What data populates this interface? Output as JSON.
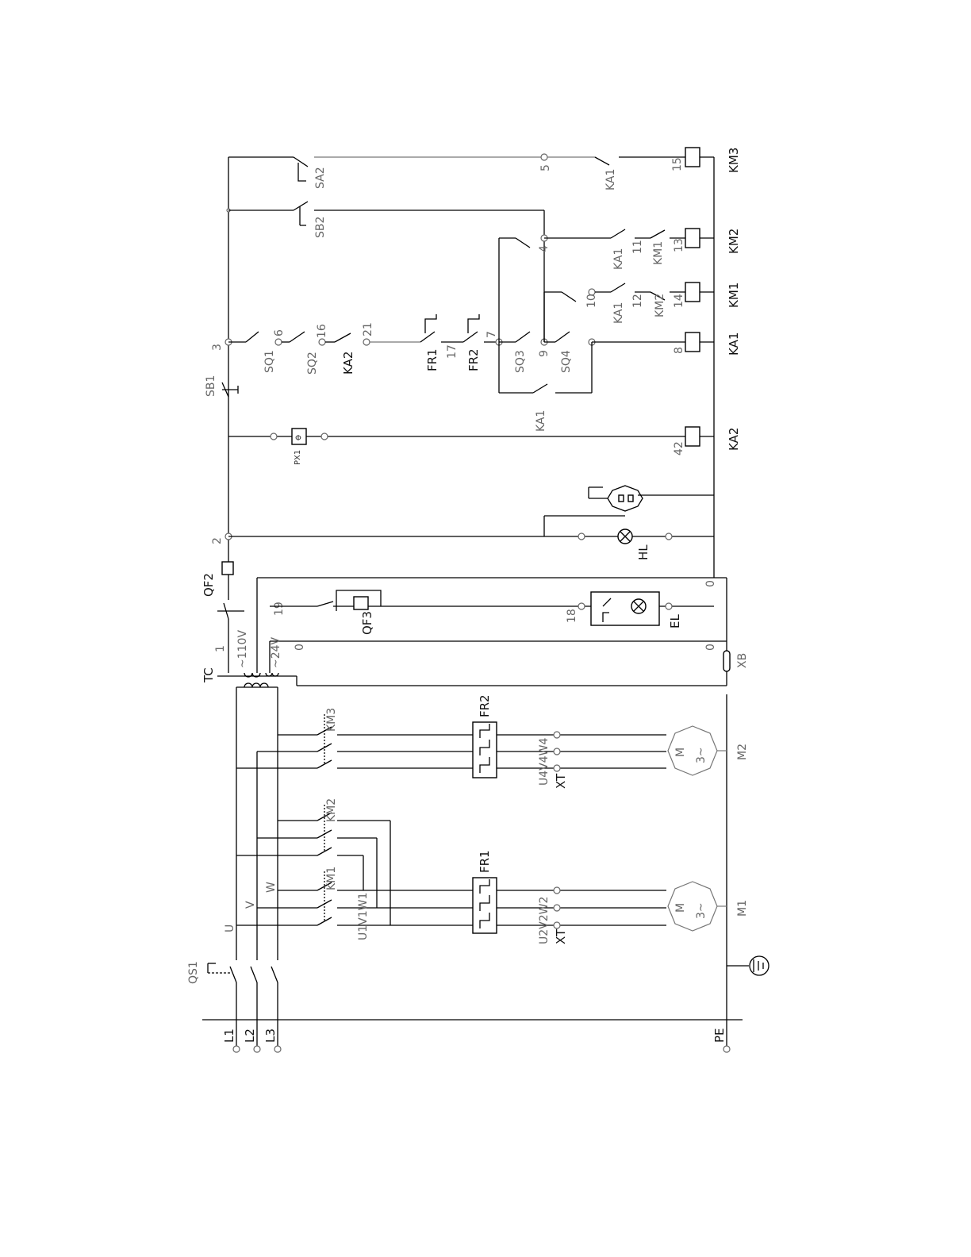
{
  "supply": {
    "l1": "L1",
    "l2": "L2",
    "l3": "L3",
    "pe": "PE"
  },
  "bus": {
    "u": "U",
    "v": "V",
    "w": "W"
  },
  "power": {
    "qs1": "QS1",
    "km1": "KM1",
    "km2": "KM2",
    "km3": "KM3",
    "fr1": "FR1",
    "fr2": "FR2",
    "m1_term": "U2V2W2",
    "m1_xt": "XT",
    "m1_id": "M1",
    "m1_motor": "M",
    "m1_phase": "3~",
    "m2_term": "U4V4W4",
    "m2_xt": "XT",
    "m2_id": "M2",
    "m2_motor": "M",
    "m2_phase": "3~",
    "u1v1w1": "U1V1W1"
  },
  "transformer": {
    "tc": "TC",
    "v110": "~110V",
    "v24": "~24V",
    "n1": "1",
    "n19": "19",
    "zero_a": "0",
    "zero_b": "0",
    "zero_c": "0",
    "xb": "XB"
  },
  "control": {
    "qf2": "QF2",
    "qf3": "QF3",
    "n2": "2",
    "n3": "3",
    "sb1": "SB1",
    "hl": "HL",
    "el": "EL",
    "n18": "18",
    "px1": "PX1",
    "n42": "42",
    "ka2_coil": "KA2",
    "sq1": "SQ1",
    "n6": "6",
    "sq2": "SQ2",
    "n16": "16",
    "ka2_c": "KA2",
    "n21": "21",
    "fr1_c": "FR1",
    "n17": "17",
    "fr2_c": "FR2",
    "n7": "7",
    "sq3": "SQ3",
    "n9": "9",
    "sq4": "SQ4",
    "ka1_par": "KA1",
    "n8": "8",
    "ka1_coil": "KA1",
    "n10": "10",
    "ka1_r2": "KA1",
    "n12": "12",
    "km2_r2": "KM2",
    "n14": "14",
    "km1_coil": "KM1",
    "n4": "4",
    "ka1_r3": "KA1",
    "n11": "11",
    "km1_r3": "KM1",
    "n13": "13",
    "km2_coil": "KM2",
    "sb2": "SB2",
    "sa2": "SA2",
    "n5": "5",
    "ka1_r4": "KA1",
    "n15": "15",
    "km3_coil": "KM3"
  }
}
